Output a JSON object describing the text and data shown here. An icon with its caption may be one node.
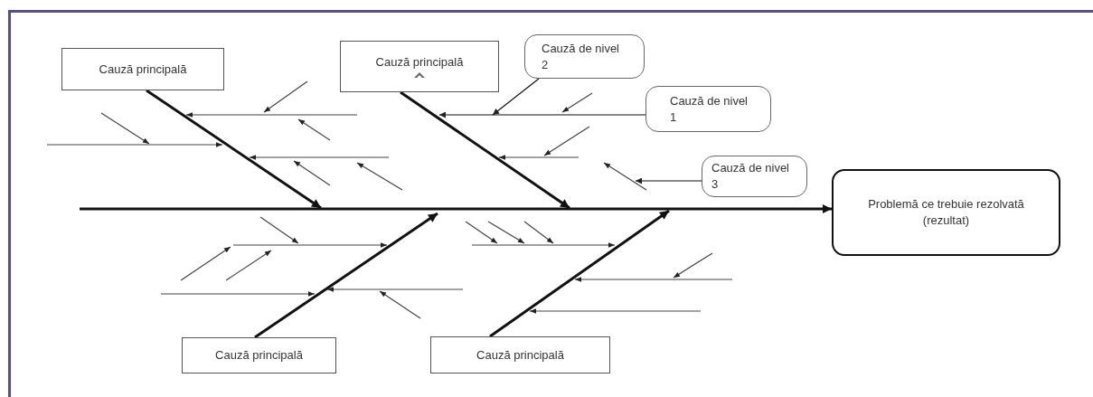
{
  "diagram": {
    "nodes": [
      {
        "text": [
          "Cauză principală"
        ]
      },
      {
        "text": [
          "Cauză principală"
        ]
      },
      {
        "text": [
          "Cauză de nivel 2"
        ]
      },
      {
        "text": [
          "Cauză de nivel 1"
        ]
      },
      {
        "text": [
          "Cauză de nivel 3"
        ]
      },
      {
        "text": [
          "Problemă ce trebuie rezolvată (rezultat)"
        ]
      },
      {
        "text": [
          "Cauză principală"
        ]
      },
      {
        "text": [
          "Cauză principală"
        ]
      }
    ],
    "edges": [
      {
        "from": null,
        "to": 5,
        "arrow": "to"
      },
      {
        "from": 0,
        "to": null,
        "arrow": "to"
      },
      {
        "from": 1,
        "to": null,
        "arrow": "to"
      },
      {
        "from": 6,
        "to": null,
        "arrow": "to"
      },
      {
        "from": 7,
        "to": null,
        "arrow": "to"
      },
      {
        "from": 2,
        "to": 1,
        "arrow": "to"
      },
      {
        "from": 3,
        "to": 1,
        "arrow": "to"
      },
      {
        "from": 4,
        "to": null,
        "arrow": "to"
      }
    ]
  }
}
